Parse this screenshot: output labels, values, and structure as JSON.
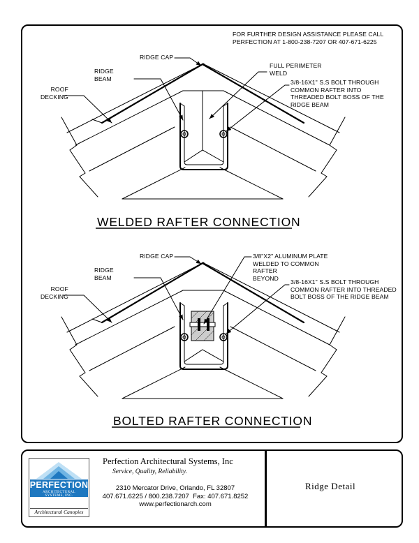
{
  "assistance_note": "FOR FURTHER DESIGN ASSISTANCE PLEASE CALL\nPERFECTION AT 1-800-238-7207 OR 407-671-6225",
  "welded": {
    "title": "WELDED RAFTER CONNECTION",
    "ridge_cap": "RIDGE CAP",
    "ridge_beam": "RIDGE\nBEAM",
    "roof_decking": "ROOF\nDECKING",
    "weld_note": "FULL PERIMETER\nWELD",
    "bolt_note": "3/8-16X1\" S.S BOLT THROUGH\nCOMMON RAFTER INTO\nTHREADED BOLT BOSS OF THE\nRIDGE BEAM"
  },
  "bolted": {
    "title": "BOLTED RAFTER CONNECTION",
    "ridge_cap": "RIDGE CAP",
    "ridge_beam": "RIDGE\nBEAM",
    "roof_decking": "ROOF\nDECKING",
    "plate_note": "3/8\"X2\" ALUMINUM PLATE\nWELDED TO COMMON\nRAFTER\nBEYOND",
    "bolt_note": "3/8-16X1\" S.S BOLT THROUGH\nCOMMON RAFTER INTO THREADED\nBOLT BOSS OF THE RIDGE BEAM"
  },
  "titleblock": {
    "logo_name": "PERFECTION",
    "logo_sub": "ARCHITECTURAL\nSYSTEMS, INC.",
    "logo_foot": "Architectural Canopies",
    "company": "Perfection Architectural Systems, Inc",
    "tagline": "Service, Quality, Reliability.",
    "address": "2310 Mercator Drive, Orlando, FL 32807\n407.671.6225 / 800.238.7207  Fax: 407.671.8252\nwww.perfectionarch.com",
    "sheet_title": "Ridge Detail"
  }
}
